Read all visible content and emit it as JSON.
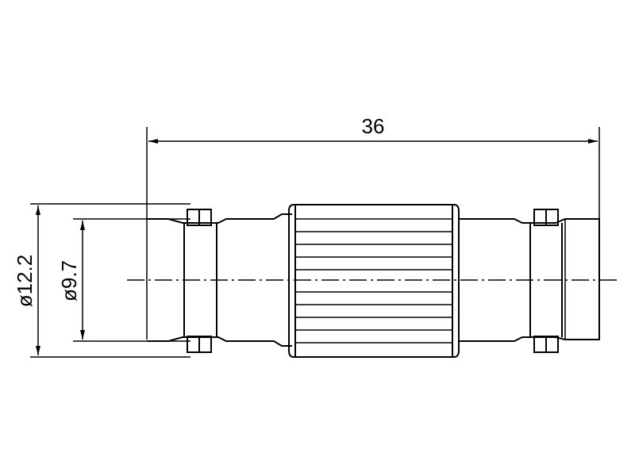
{
  "drawing": {
    "dimensions": {
      "overall_length": "36",
      "outer_diameter": "ø12.2",
      "inner_diameter": "ø9.7"
    }
  }
}
